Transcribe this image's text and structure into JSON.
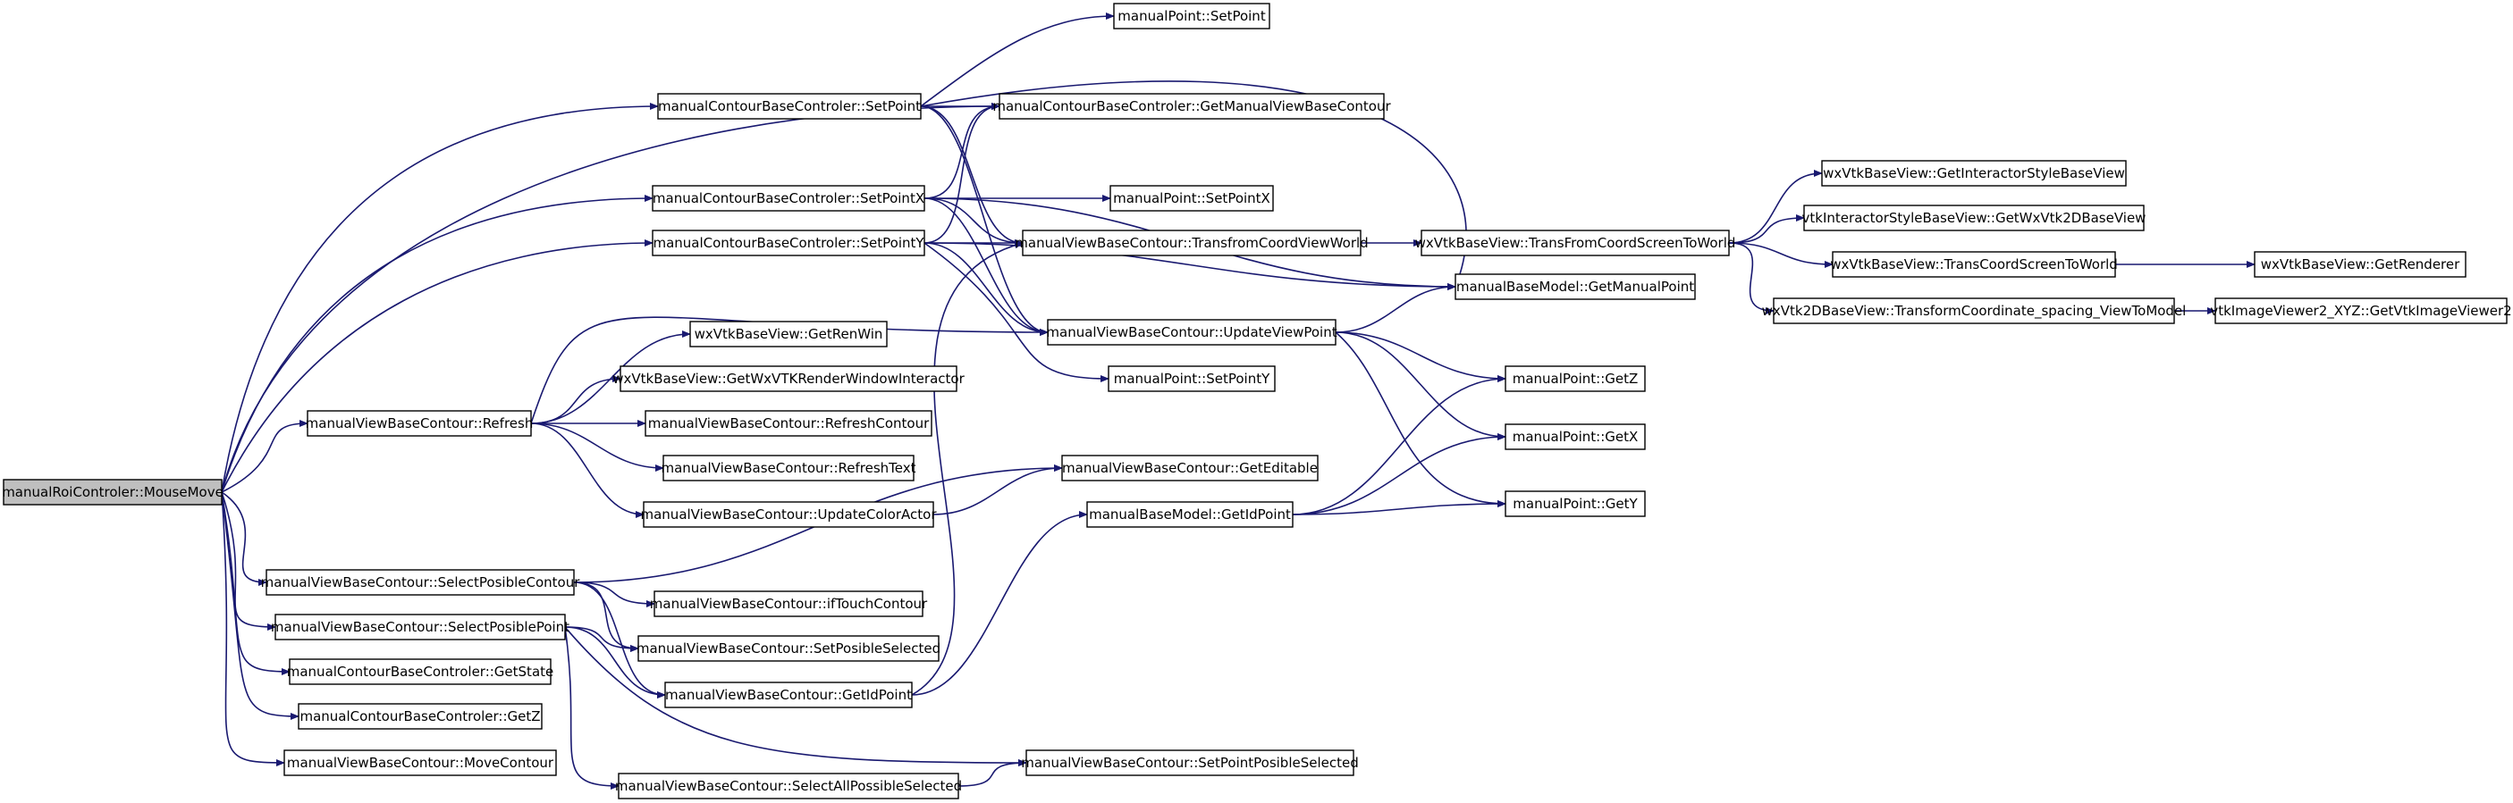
{
  "colors": {
    "edge": "#191970",
    "node_fill": "#ffffff",
    "root_fill": "#bfbfbf",
    "border": "#000000",
    "background": "#ffffff"
  },
  "root_node": "n0",
  "nodes": [
    {
      "id": "n0",
      "label": "manualRoiControler::MouseMove"
    },
    {
      "id": "n1",
      "label": "manualContourBaseControler::SetPoint"
    },
    {
      "id": "n2",
      "label": "manualContourBaseControler::SetPointX"
    },
    {
      "id": "n3",
      "label": "manualContourBaseControler::SetPointY"
    },
    {
      "id": "n4",
      "label": "manualViewBaseContour::Refresh"
    },
    {
      "id": "n5",
      "label": "manualViewBaseContour::SelectPosibleContour"
    },
    {
      "id": "n6",
      "label": "manualViewBaseContour::SelectPosiblePoint"
    },
    {
      "id": "n7",
      "label": "manualContourBaseControler::GetState"
    },
    {
      "id": "n8",
      "label": "manualContourBaseControler::GetZ"
    },
    {
      "id": "n9",
      "label": "manualViewBaseContour::MoveContour"
    },
    {
      "id": "n10",
      "label": "wxVtkBaseView::GetRenWin"
    },
    {
      "id": "n11",
      "label": "wxVtkBaseView::GetWxVTKRenderWindowInteractor"
    },
    {
      "id": "n12",
      "label": "manualViewBaseContour::RefreshContour"
    },
    {
      "id": "n13",
      "label": "manualViewBaseContour::RefreshText"
    },
    {
      "id": "n14",
      "label": "manualViewBaseContour::UpdateColorActor"
    },
    {
      "id": "n15",
      "label": "manualViewBaseContour::ifTouchContour"
    },
    {
      "id": "n16",
      "label": "manualViewBaseContour::SetPosibleSelected"
    },
    {
      "id": "n17",
      "label": "manualViewBaseContour::GetIdPoint"
    },
    {
      "id": "n18",
      "label": "manualViewBaseContour::SelectAllPossibleSelected"
    },
    {
      "id": "n19",
      "label": "manualPoint::SetPoint"
    },
    {
      "id": "n20",
      "label": "manualContourBaseControler::GetManualViewBaseContour"
    },
    {
      "id": "n21",
      "label": "manualPoint::SetPointX"
    },
    {
      "id": "n22",
      "label": "manualViewBaseContour::TransfromCoordViewWorld"
    },
    {
      "id": "n23",
      "label": "manualViewBaseContour::UpdateViewPoint"
    },
    {
      "id": "n24",
      "label": "manualPoint::SetPointY"
    },
    {
      "id": "n25",
      "label": "manualViewBaseContour::GetEditable"
    },
    {
      "id": "n26",
      "label": "manualBaseModel::GetIdPoint"
    },
    {
      "id": "n27",
      "label": "manualViewBaseContour::SetPointPosibleSelected"
    },
    {
      "id": "n28",
      "label": "wxVtkBaseView::TransFromCoordScreenToWorld"
    },
    {
      "id": "n29",
      "label": "manualBaseModel::GetManualPoint"
    },
    {
      "id": "n30",
      "label": "manualPoint::GetZ"
    },
    {
      "id": "n31",
      "label": "manualPoint::GetX"
    },
    {
      "id": "n32",
      "label": "manualPoint::GetY"
    },
    {
      "id": "n33",
      "label": "wxVtkBaseView::GetInteractorStyleBaseView"
    },
    {
      "id": "n34",
      "label": "vtkInteractorStyleBaseView::GetWxVtk2DBaseView"
    },
    {
      "id": "n35",
      "label": "wxVtkBaseView::TransCoordScreenToWorld"
    },
    {
      "id": "n36",
      "label": "wxVtk2DBaseView::TransformCoordinate_spacing_ViewToModel"
    },
    {
      "id": "n37",
      "label": "wxVtkBaseView::GetRenderer"
    },
    {
      "id": "n38",
      "label": "vtkImageViewer2_XYZ::GetVtkImageViewer2"
    }
  ],
  "edges": [
    [
      "n0",
      "n1"
    ],
    [
      "n0",
      "n20"
    ],
    [
      "n0",
      "n2"
    ],
    [
      "n0",
      "n3"
    ],
    [
      "n0",
      "n4"
    ],
    [
      "n0",
      "n5"
    ],
    [
      "n0",
      "n6"
    ],
    [
      "n0",
      "n7"
    ],
    [
      "n0",
      "n8"
    ],
    [
      "n0",
      "n9"
    ],
    [
      "n1",
      "n19"
    ],
    [
      "n1",
      "n20"
    ],
    [
      "n1",
      "n29"
    ],
    [
      "n1",
      "n22"
    ],
    [
      "n1",
      "n23"
    ],
    [
      "n2",
      "n20"
    ],
    [
      "n2",
      "n21"
    ],
    [
      "n2",
      "n29"
    ],
    [
      "n2",
      "n22"
    ],
    [
      "n2",
      "n23"
    ],
    [
      "n3",
      "n20"
    ],
    [
      "n3",
      "n22"
    ],
    [
      "n3",
      "n29"
    ],
    [
      "n3",
      "n23"
    ],
    [
      "n3",
      "n24"
    ],
    [
      "n4",
      "n10"
    ],
    [
      "n4",
      "n11"
    ],
    [
      "n4",
      "n12"
    ],
    [
      "n4",
      "n13"
    ],
    [
      "n4",
      "n14"
    ],
    [
      "n4",
      "n23"
    ],
    [
      "n5",
      "n25"
    ],
    [
      "n5",
      "n15"
    ],
    [
      "n5",
      "n16"
    ],
    [
      "n5",
      "n17"
    ],
    [
      "n6",
      "n16"
    ],
    [
      "n6",
      "n17"
    ],
    [
      "n6",
      "n18"
    ],
    [
      "n6",
      "n27"
    ],
    [
      "n14",
      "n25"
    ],
    [
      "n17",
      "n26"
    ],
    [
      "n17",
      "n22"
    ],
    [
      "n18",
      "n27"
    ],
    [
      "n22",
      "n28"
    ],
    [
      "n23",
      "n29"
    ],
    [
      "n23",
      "n30"
    ],
    [
      "n23",
      "n31"
    ],
    [
      "n23",
      "n32"
    ],
    [
      "n26",
      "n30"
    ],
    [
      "n26",
      "n31"
    ],
    [
      "n26",
      "n32"
    ],
    [
      "n28",
      "n33"
    ],
    [
      "n28",
      "n34"
    ],
    [
      "n28",
      "n35"
    ],
    [
      "n28",
      "n36"
    ],
    [
      "n35",
      "n37"
    ],
    [
      "n36",
      "n38"
    ]
  ]
}
